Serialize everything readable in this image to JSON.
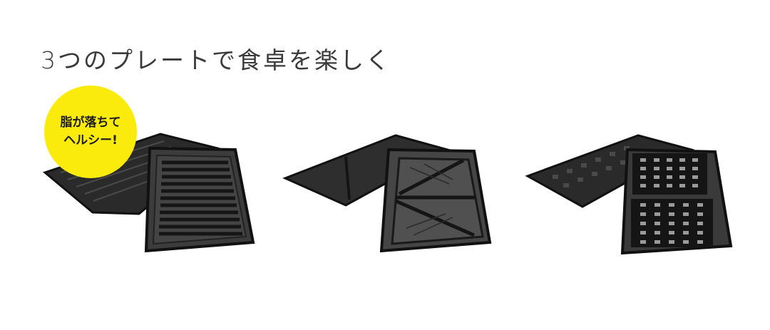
{
  "header": {
    "title": "3つのプレートで食卓を楽しく"
  },
  "badge": {
    "line1": "脂が落ちて",
    "line2": "ヘルシー!",
    "color": "#fbeb0c"
  },
  "plates": [
    {
      "name": "grill-plate",
      "type": "grill"
    },
    {
      "name": "sandwich-plate",
      "type": "hot-sandwich"
    },
    {
      "name": "waffle-plate",
      "type": "waffle"
    }
  ],
  "colors": {
    "background": "#ffffff",
    "plate_dark": "#1c1c1c",
    "plate_mid": "#3a3a3a",
    "text": "#3a3a3a"
  }
}
